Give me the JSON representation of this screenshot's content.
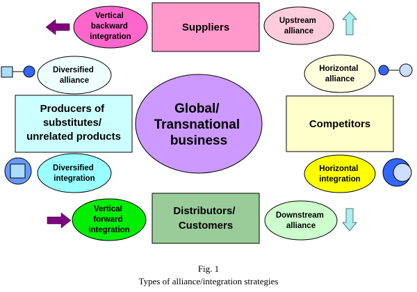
{
  "center": {
    "lines": [
      "Global/",
      "Transnational",
      "business"
    ],
    "fill": "#cc99ff"
  },
  "boxes": {
    "suppliers": {
      "lines": [
        "Suppliers"
      ],
      "fill": "#ff99cc"
    },
    "distributors": {
      "lines": [
        "Distributors/",
        "Customers"
      ],
      "fill": "#99cc99"
    },
    "competitors": {
      "lines": [
        "Competitors"
      ],
      "fill": "#ffffcc"
    },
    "producers": {
      "lines": [
        "Producers of",
        "substitutes/",
        "unrelated products"
      ],
      "fill": "#ccffff"
    }
  },
  "ellipses": {
    "vertical_backward": {
      "lines": [
        "Vertical",
        "backward",
        "integration"
      ],
      "fill": "#ff66cc"
    },
    "upstream": {
      "lines": [
        "Upstream",
        "alliance"
      ],
      "fill": "#ffccdd"
    },
    "diversified_alliance": {
      "lines": [
        "Diversified",
        "alliance"
      ],
      "fill": "#eeffff"
    },
    "horizontal_alliance": {
      "lines": [
        "Horizontal",
        "alliance"
      ],
      "fill": "#ffffdd"
    },
    "diversified_integration": {
      "lines": [
        "Diversified",
        "integration"
      ],
      "fill": "#99ffff"
    },
    "horizontal_integration": {
      "lines": [
        "Horizontal",
        "integration"
      ],
      "fill": "#ffff00"
    },
    "vertical_forward": {
      "lines": [
        "Vertical",
        "forward",
        "integration"
      ],
      "fill": "#00ee00"
    },
    "downstream": {
      "lines": [
        "Downstream",
        "alliance"
      ],
      "fill": "#ccffcc"
    }
  },
  "symbols": {
    "arrow_color": "#800080",
    "up_arrow_color": "#aaeeee",
    "down_arrow_color": "#aaeeee",
    "circle_color": "#3366ff",
    "light_circle_color": "#ccddff",
    "light_square_color": "#aaddff",
    "square_color": "#6699ff"
  },
  "caption": {
    "fig": "Fig. 1",
    "title": "Types of alliance/integration strategies"
  }
}
